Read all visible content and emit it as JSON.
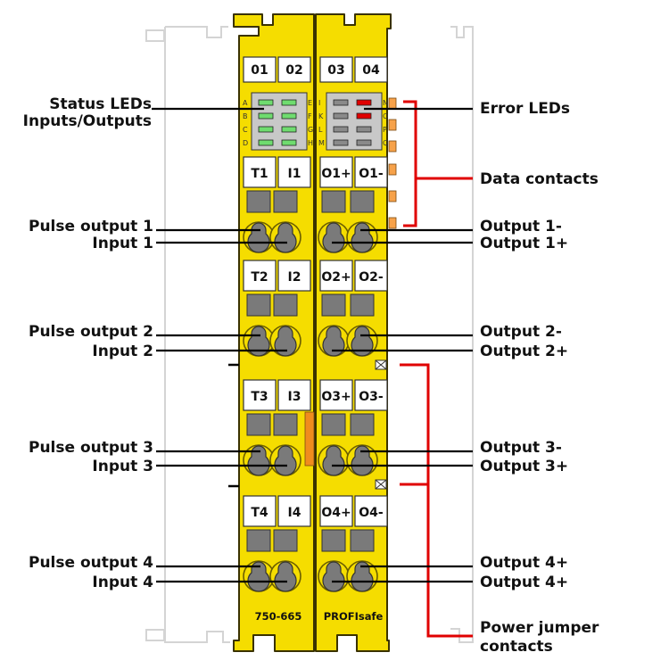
{
  "colors": {
    "housing": "#f5dd00",
    "housing_stroke": "#3a3200",
    "frame": "#d4d4d4",
    "leader": "#000000",
    "bracket": "#e00000",
    "led_green": "#6fdc6f",
    "led_red": "#e00000",
    "led_gray": "#8a8a8a",
    "contact_orange": "#f7a24a",
    "pwr_orange": "#f08c1e"
  },
  "module": {
    "part_number": "750-665",
    "bus_label": "PROFIsafe"
  },
  "status_leds": {
    "top_labels": [
      "01",
      "02",
      "03",
      "04"
    ],
    "letters_left": [
      "A",
      "B",
      "C",
      "D"
    ],
    "letters_mid": [
      "E",
      "F",
      "G",
      "H"
    ],
    "letters_right_a": [
      "I",
      "K",
      "L",
      "M"
    ],
    "letters_right_b": [
      "N",
      "O",
      "P",
      "Q"
    ]
  },
  "terminal_labels": [
    [
      "T1",
      "I1",
      "O1+",
      "O1-"
    ],
    [
      "T2",
      "I2",
      "O2+",
      "O2-"
    ],
    [
      "T3",
      "I3",
      "O3+",
      "O3-"
    ],
    [
      "T4",
      "I4",
      "O4+",
      "O4-"
    ]
  ],
  "callouts": {
    "status_leds": [
      "Status LEDs",
      "Inputs/Outputs"
    ],
    "error_leds": "Error LEDs",
    "data_contacts": "Data contacts",
    "left": [
      [
        "Pulse output 1",
        "Input 1"
      ],
      [
        "Pulse output 2",
        "Input 2"
      ],
      [
        "Pulse output 3",
        "Input 3"
      ],
      [
        "Pulse output 4",
        "Input 4"
      ]
    ],
    "right": [
      [
        "Output 1-",
        "Output 1+"
      ],
      [
        "Output 2-",
        "Output 2+"
      ],
      [
        "Output 3-",
        "Output 3+"
      ],
      [
        "Output 4+",
        "Output 4+"
      ]
    ],
    "power_jumper": [
      "Power jumper",
      "contacts"
    ]
  }
}
